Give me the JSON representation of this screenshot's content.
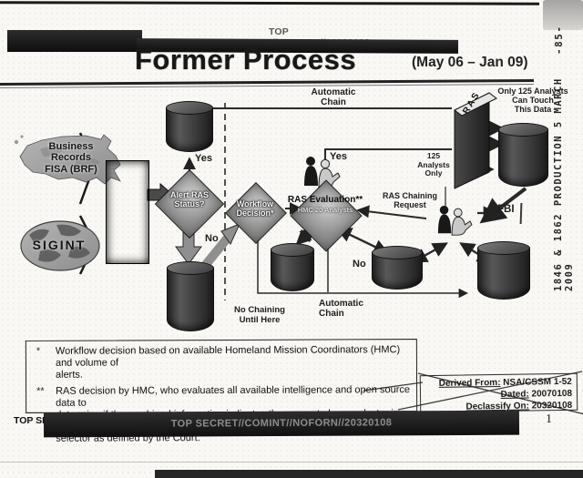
{
  "header": {
    "classification": "TOP SECRET//COMINT//NOFORN//20320108",
    "title": "Former Process",
    "date_range": "(May 06 – Jan 09)"
  },
  "margin": {
    "production_text": "1846 & 1862 PRODUCTION 5 MARCH 2009",
    "page_ref": "-85-"
  },
  "diagram": {
    "inputs": {
      "brf": "Business\nRecords\nFISA (BRF)",
      "sigint": "SIGINT"
    },
    "decisions": {
      "alert_ras_status": "Alert RAS Status?",
      "workflow_decision": "Workflow Decision*",
      "ras_evaluation": "RAS Evaluation**",
      "ras_evaluation_sub": "HMC 20 Analysts"
    },
    "labels": {
      "automatic_chain_top": "Automatic\nChain",
      "automatic_chain_bottom": "Automatic\nChain",
      "yes_left": "Yes",
      "no_left": "No",
      "yes_right": "Yes",
      "no_right": "No",
      "only_125_analysts": "Only 125 Analysts\nCan Touch\nThis Data",
      "analysts_125_only": "125\nAnalysts\nOnly",
      "ras_chaining_request": "RAS Chaining\nRequest",
      "no_chaining_until_here": "No Chaining\nUntil Here",
      "ras_wall": "RAS",
      "fbi": "FBI"
    }
  },
  "footnotes": {
    "items": [
      {
        "marker": "*",
        "text": "Workflow decision based on available Homeland Mission Coordinators (HMC) and volume of\nalerts."
      },
      {
        "marker": "**",
        "text": "RAS decision by HMC, who evaluates all available intelligence and open source data to\ndetermine if the combined information indicates the suspect phone selector is a terrorist\nselector as defined by the Court."
      }
    ]
  },
  "classification_block": {
    "derived_from_label": "Derived From:",
    "derived_from_value": "NSA/CSSM 1-52",
    "dated_label": "Dated:",
    "dated_value": "20070108",
    "declassify_label": "Declassify On:",
    "declassify_value": "20320108"
  },
  "footer": {
    "fragment": "TOP SEC",
    "classification": "TOP SECRET//COMINT//NOFORN//20320108",
    "page_number": "1"
  }
}
